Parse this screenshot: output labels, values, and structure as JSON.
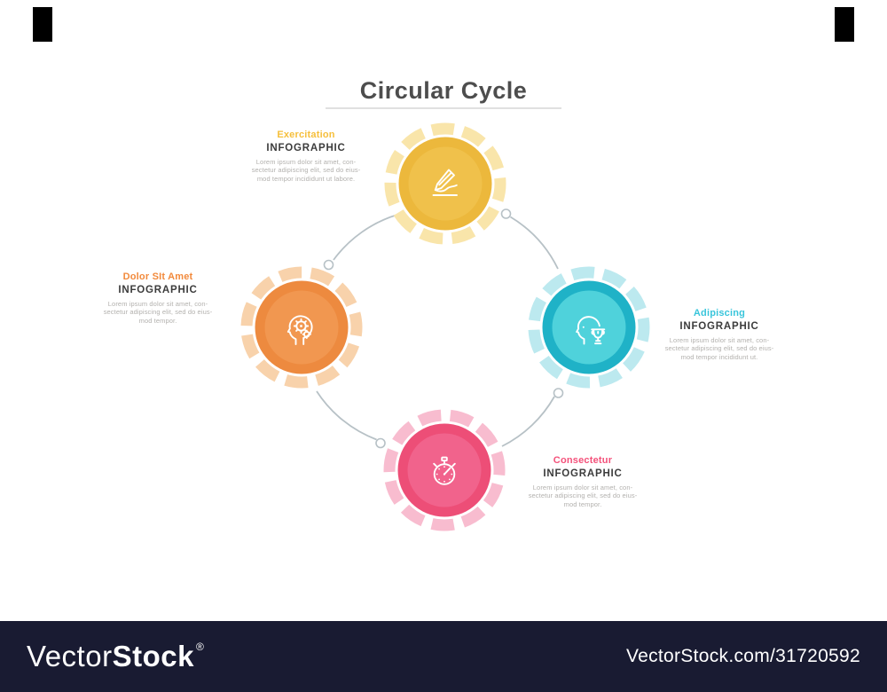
{
  "title": {
    "text": "Circular Cycle"
  },
  "nodes": [
    {
      "label": "Exercitation",
      "sublabel": "INFOGRAPHIC",
      "body_lines": [
        "Lorem ipsum dolor sit amet, con-",
        "sectetur adipiscing elit, sed do eius-",
        "mod tempor incididunt ut labore."
      ],
      "icon": "writing-hand-icon",
      "colors": {
        "accent": "#f6bf3b",
        "ring": "#ecb83c",
        "inner": "#f0c14b",
        "teeth": "#f9e5aa"
      }
    },
    {
      "label": "Dolor SIt Amet",
      "sublabel": "INFOGRAPHIC",
      "body_lines": [
        "Lorem ipsum dolor sit amet, con-",
        "sectetur adipiscing elit, sed do eius-",
        "mod tempor."
      ],
      "icon": "head-gears-icon",
      "colors": {
        "accent": "#f28a3c",
        "ring": "#ed8a3f",
        "inner": "#f19750",
        "teeth": "#f8d2ab"
      }
    },
    {
      "label": "Adipiscing",
      "sublabel": "INFOGRAPHIC",
      "body_lines": [
        "Lorem ipsum dolor sit amet, con-",
        "sectetur adipiscing elit, sed do eius-",
        "mod tempor incididunt ut."
      ],
      "icon": "head-trophy-icon",
      "colors": {
        "accent": "#38c5db",
        "ring": "#1fb2c7",
        "inner": "#4fd2db",
        "teeth": "#bce9ef"
      }
    },
    {
      "label": "Consectetur",
      "sublabel": "INFOGRAPHIC",
      "body_lines": [
        "Lorem ipsum dolor sit amet, con-",
        "sectetur adipiscing elit, sed do eius-",
        "mod tempor."
      ],
      "icon": "stopwatch-icon",
      "colors": {
        "accent": "#f4517a",
        "ring": "#ed4e77",
        "inner": "#f1638c",
        "teeth": "#f8bccf"
      }
    }
  ],
  "connector": {
    "color": "#b7c1c6"
  },
  "watermark": {
    "brand_light": "Vector",
    "brand_bold": "Stock",
    "registered": "®",
    "url": "VectorStock.com/31720592",
    "bar_color": "#191b32",
    "corner_tab_color": "#000000"
  }
}
